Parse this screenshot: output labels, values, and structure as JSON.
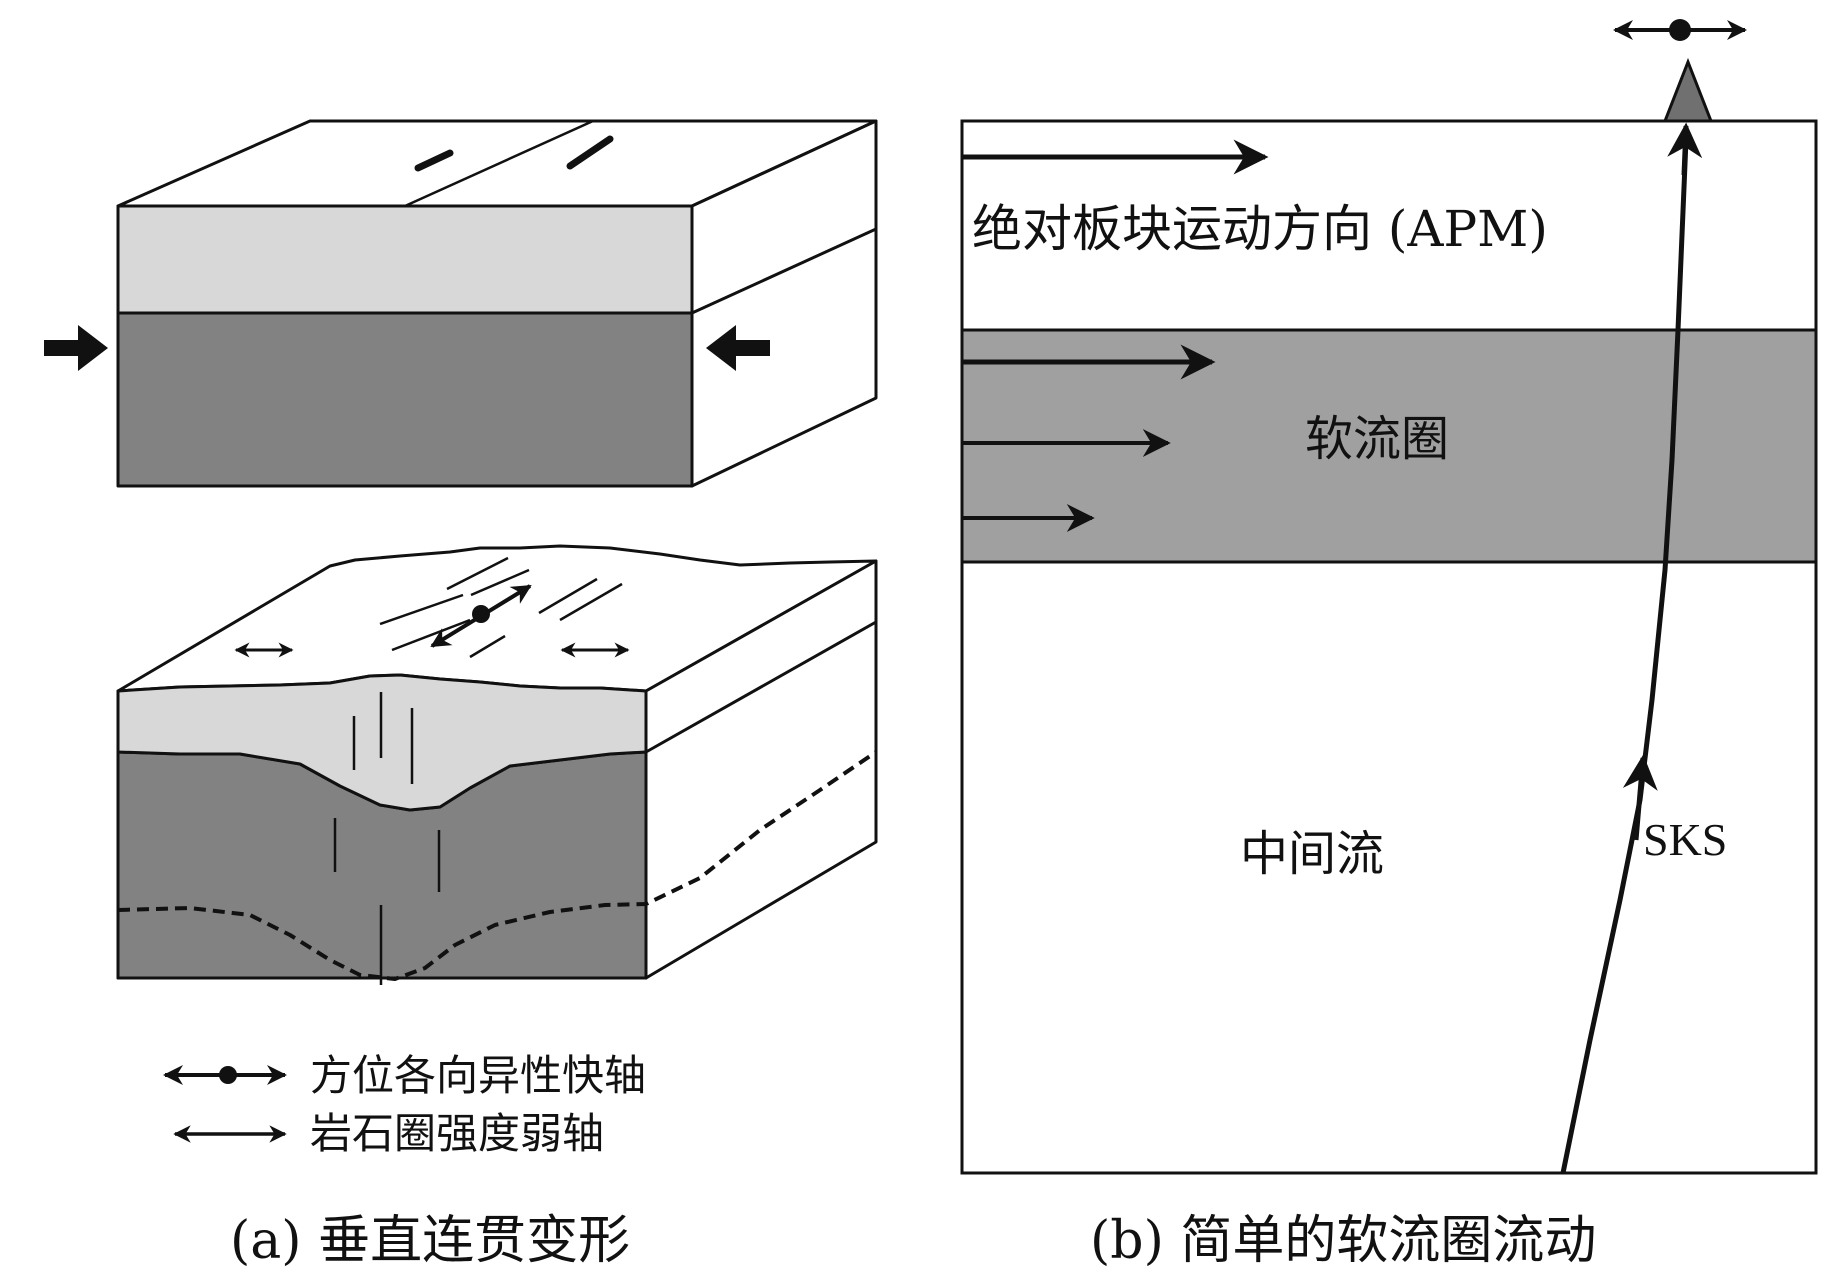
{
  "panel_a": {
    "caption": "(a) 垂直连贯变形",
    "legend": {
      "fast_axis": "方位各向异性快轴",
      "weak_axis": "岩石圈强度弱轴"
    }
  },
  "panel_b": {
    "caption": "(b) 简单的软流圈流动",
    "apm_label": "绝对板块运动方向 (APM)",
    "asthenosphere_label": "软流圈",
    "middle_label": "中间流",
    "sks_label": "SKS"
  },
  "colors": {
    "light_layer": "#d8d8d8",
    "dark_layer": "#828282",
    "asthenosphere": "#a0a0a0",
    "station": "#707070",
    "ink": "#111111"
  }
}
